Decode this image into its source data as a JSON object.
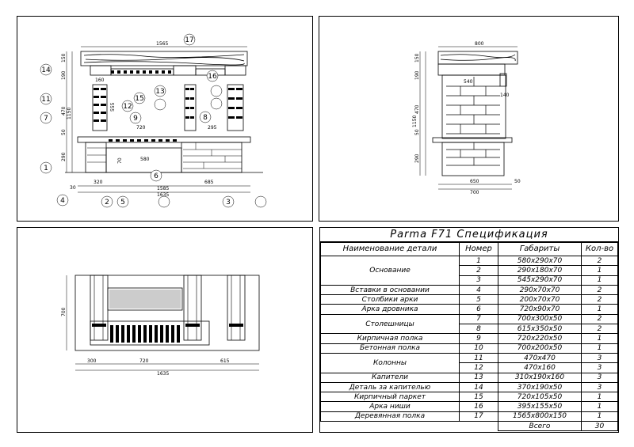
{
  "front_view": {
    "dimensions": [
      "1565",
      "160",
      "555",
      "720",
      "580",
      "295",
      "320",
      "1585",
      "1635",
      "685",
      "150",
      "190",
      "470",
      "1150",
      "50",
      "290",
      "70",
      "30"
    ],
    "balloons": [
      "1",
      "2",
      "3",
      "4",
      "5",
      "6",
      "7",
      "8",
      "9",
      "11",
      "12",
      "13",
      "14",
      "15",
      "16",
      "17"
    ]
  },
  "side_view": {
    "dimensions": [
      "800",
      "540",
      "140",
      "650",
      "700",
      "50",
      "150",
      "190",
      "470",
      "1150",
      "50",
      "290"
    ]
  },
  "plan_view": {
    "dimensions": [
      "300",
      "720",
      "615",
      "1635",
      "700"
    ]
  },
  "spec": {
    "title": "Parma F71  Спецификация",
    "headers": [
      "Наименование детали",
      "Номер",
      "Габариты",
      "Кол-во"
    ],
    "groups": [
      {
        "name": "Основание",
        "rows": [
          [
            "1",
            "580x290x70",
            "2"
          ],
          [
            "2",
            "290x180x70",
            "1"
          ],
          [
            "3",
            "545x290x70",
            "1"
          ]
        ]
      },
      {
        "name": "Вставки в основании",
        "rows": [
          [
            "4",
            "290x70x70",
            "2"
          ]
        ]
      },
      {
        "name": "Столбики арки",
        "rows": [
          [
            "5",
            "200x70x70",
            "2"
          ]
        ]
      },
      {
        "name": "Арка дровника",
        "rows": [
          [
            "6",
            "720x90x70",
            "1"
          ]
        ]
      },
      {
        "name": "Столешницы",
        "rows": [
          [
            "7",
            "700x300x50",
            "2"
          ],
          [
            "8",
            "615x350x50",
            "2"
          ]
        ]
      },
      {
        "name": "Кирпичная полка",
        "rows": [
          [
            "9",
            "720x220x50",
            "1"
          ]
        ]
      },
      {
        "name": "Бетонная полка",
        "rows": [
          [
            "10",
            "700x200x50",
            "1"
          ]
        ]
      },
      {
        "name": "Колонны",
        "rows": [
          [
            "11",
            "470x470",
            "3"
          ],
          [
            "12",
            "470x160",
            "3"
          ]
        ]
      },
      {
        "name": "Капители",
        "rows": [
          [
            "13",
            "310x190x160",
            "3"
          ]
        ]
      },
      {
        "name": "Деталь за капителью",
        "rows": [
          [
            "14",
            "370x190x50",
            "3"
          ]
        ]
      },
      {
        "name": "Кирпичный паркет",
        "rows": [
          [
            "15",
            "720x105x50",
            "1"
          ]
        ]
      },
      {
        "name": "Арка ниши",
        "rows": [
          [
            "16",
            "395x155x50",
            "1"
          ]
        ]
      },
      {
        "name": "Деревянная полка",
        "rows": [
          [
            "17",
            "1565x800x150",
            "1"
          ]
        ]
      }
    ],
    "total_label": "Всего",
    "total_value": "30"
  }
}
